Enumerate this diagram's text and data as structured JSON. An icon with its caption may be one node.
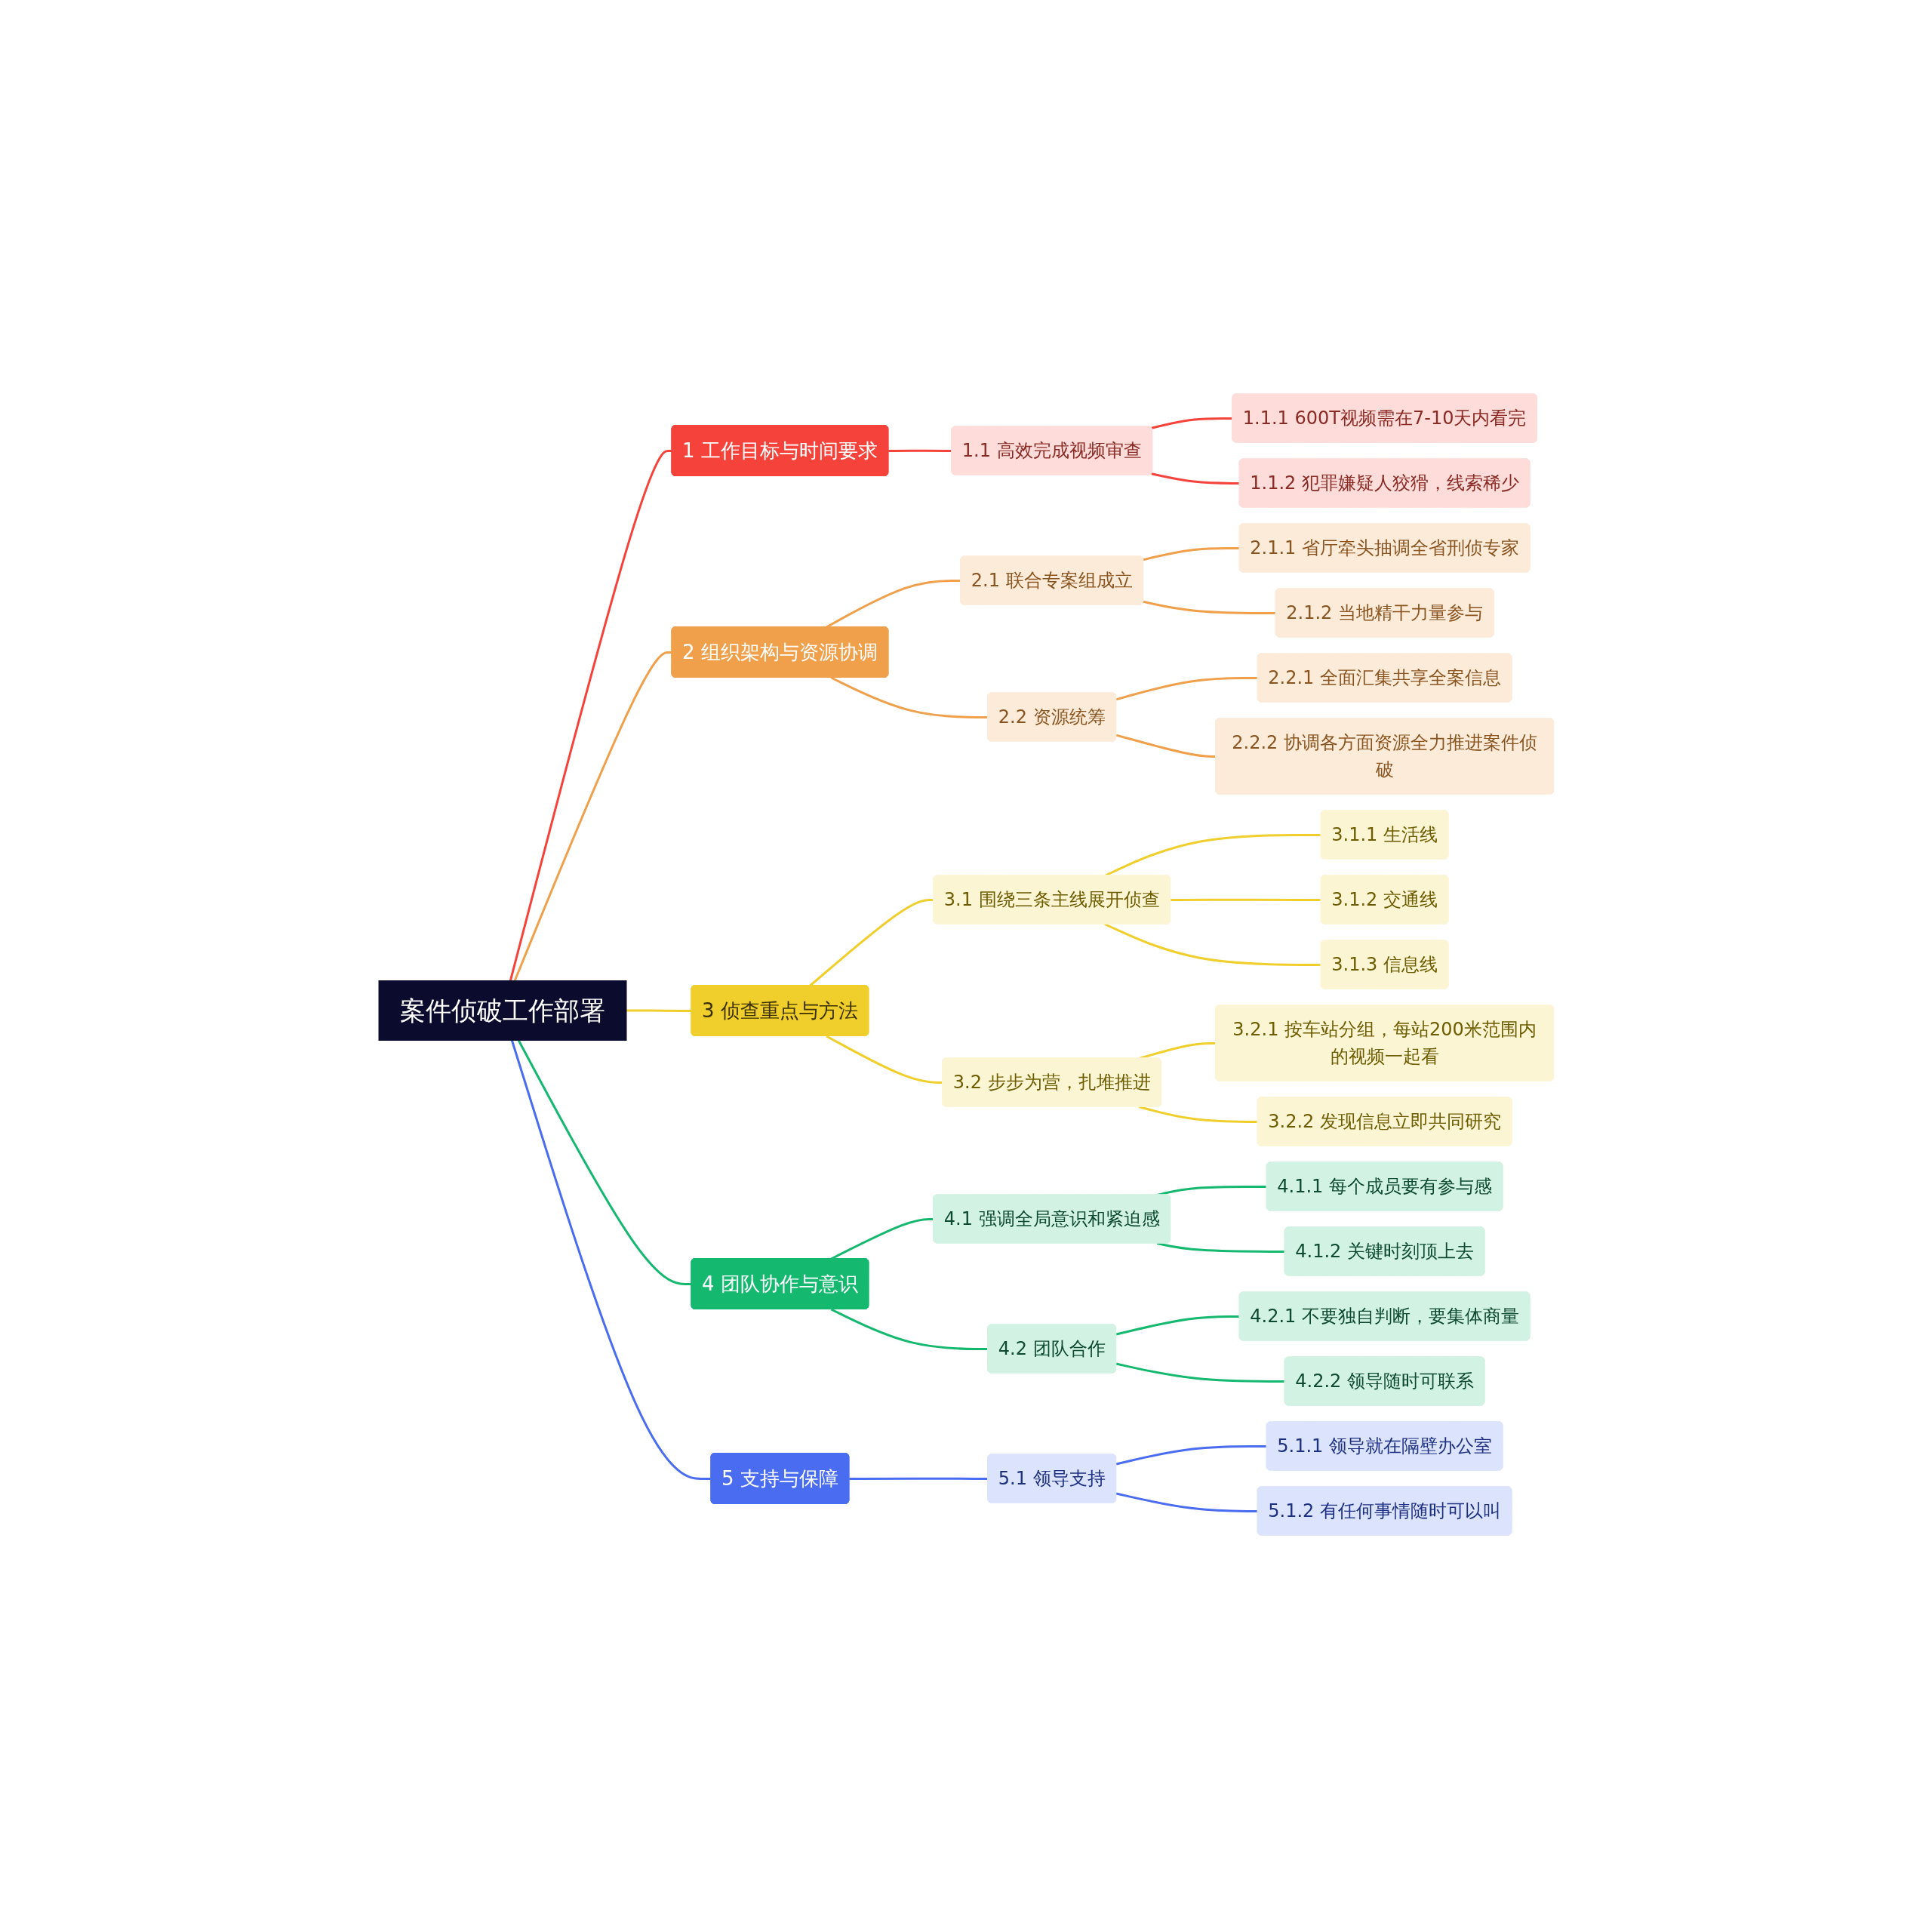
{
  "diagram": {
    "nodes": [
      {
        "text": [
          "案件侦破工作部署"
        ]
      },
      {
        "text": [
          "1 工作目标与时间要求"
        ]
      },
      {
        "text": [
          "1.1 高效完成视频审查"
        ]
      },
      {
        "text": [
          "1.1.1 600T视频需在7-10天内看完"
        ]
      },
      {
        "text": [
          "1.1.2 犯罪嫌疑人狡猾，线索稀少"
        ]
      },
      {
        "text": [
          "2 组织架构与资源协调"
        ]
      },
      {
        "text": [
          "2.1 联合专案组成立"
        ]
      },
      {
        "text": [
          "2.1.1 省厅牵头抽调全省刑侦专家"
        ]
      },
      {
        "text": [
          "2.1.2 当地精干力量参与"
        ]
      },
      {
        "text": [
          "2.2 资源统筹"
        ]
      },
      {
        "text": [
          "2.2.1 全面汇集共享全案信息"
        ]
      },
      {
        "text": [
          "2.2.2 协调各方面资源全力推进案件侦破"
        ]
      },
      {
        "text": [
          "3 侦查重点与方法"
        ]
      },
      {
        "text": [
          "3.1 围绕三条主线展开侦查"
        ]
      },
      {
        "text": [
          "3.1.1 生活线"
        ]
      },
      {
        "text": [
          "3.1.2 交通线"
        ]
      },
      {
        "text": [
          "3.1.3 信息线"
        ]
      },
      {
        "text": [
          "3.2 步步为营，扎堆推进"
        ]
      },
      {
        "text": [
          "3.2.1 按车站分组，每站200米范围内的视频一起看"
        ]
      },
      {
        "text": [
          "3.2.2 发现信息立即共同研究"
        ]
      },
      {
        "text": [
          "4 团队协作与意识"
        ]
      },
      {
        "text": [
          "4.1 强调全局意识和紧迫感"
        ]
      },
      {
        "text": [
          "4.1.1 每个成员要有参与感"
        ]
      },
      {
        "text": [
          "4.1.2 关键时刻顶上去"
        ]
      },
      {
        "text": [
          "4.2 团队合作"
        ]
      },
      {
        "text": [
          "4.2.1 不要独自判断，要集体商量"
        ]
      },
      {
        "text": [
          "4.2.2 领导随时可联系"
        ]
      },
      {
        "text": [
          "5 支持与保障"
        ]
      },
      {
        "text": [
          "5.1 领导支持"
        ]
      },
      {
        "text": [
          "5.1.1 领导就在隔壁办公室"
        ]
      },
      {
        "text": [
          "5.1.2 有任何事情随时可以叫"
        ]
      }
    ],
    "edges": [
      {
        "from": 0,
        "to": 1,
        "arrow": "none",
        "color": "#f5433b"
      },
      {
        "from": 1,
        "to": 2,
        "arrow": "none",
        "color": "#f5433b"
      },
      {
        "from": 2,
        "to": 3,
        "arrow": "none",
        "color": "#f5433b"
      },
      {
        "from": 2,
        "to": 4,
        "arrow": "none",
        "color": "#f5433b"
      },
      {
        "from": 0,
        "to": 5,
        "arrow": "none",
        "color": "#f0a04b"
      },
      {
        "from": 5,
        "to": 6,
        "arrow": "none",
        "color": "#f0a04b"
      },
      {
        "from": 6,
        "to": 7,
        "arrow": "none",
        "color": "#f0a04b"
      },
      {
        "from": 6,
        "to": 8,
        "arrow": "none",
        "color": "#f0a04b"
      },
      {
        "from": 5,
        "to": 9,
        "arrow": "none",
        "color": "#f0a04b"
      },
      {
        "from": 9,
        "to": 10,
        "arrow": "none",
        "color": "#f0a04b"
      },
      {
        "from": 9,
        "to": 11,
        "arrow": "none",
        "color": "#f0a04b"
      },
      {
        "from": 0,
        "to": 12,
        "arrow": "none",
        "color": "#f0cf2c"
      },
      {
        "from": 12,
        "to": 13,
        "arrow": "none",
        "color": "#f0cf2c"
      },
      {
        "from": 13,
        "to": 14,
        "arrow": "none",
        "color": "#f0cf2c"
      },
      {
        "from": 13,
        "to": 15,
        "arrow": "none",
        "color": "#f0cf2c"
      },
      {
        "from": 13,
        "to": 16,
        "arrow": "none",
        "color": "#f0cf2c"
      },
      {
        "from": 12,
        "to": 17,
        "arrow": "none",
        "color": "#f0cf2c"
      },
      {
        "from": 17,
        "to": 18,
        "arrow": "none",
        "color": "#f0cf2c"
      },
      {
        "from": 17,
        "to": 19,
        "arrow": "none",
        "color": "#f0cf2c"
      },
      {
        "from": 0,
        "to": 20,
        "arrow": "none",
        "color": "#14b86f"
      },
      {
        "from": 20,
        "to": 21,
        "arrow": "none",
        "color": "#14b86f"
      },
      {
        "from": 21,
        "to": 22,
        "arrow": "none",
        "color": "#14b86f"
      },
      {
        "from": 21,
        "to": 23,
        "arrow": "none",
        "color": "#14b86f"
      },
      {
        "from": 20,
        "to": 24,
        "arrow": "none",
        "color": "#14b86f"
      },
      {
        "from": 24,
        "to": 25,
        "arrow": "none",
        "color": "#14b86f"
      },
      {
        "from": 24,
        "to": 26,
        "arrow": "none",
        "color": "#14b86f"
      },
      {
        "from": 0,
        "to": 27,
        "arrow": "none",
        "color": "#4a6cf0"
      },
      {
        "from": 27,
        "to": 28,
        "arrow": "none",
        "color": "#4a6cf0"
      },
      {
        "from": 28,
        "to": 29,
        "arrow": "none",
        "color": "#4a6cf0"
      },
      {
        "from": 28,
        "to": 30,
        "arrow": "none",
        "color": "#4a6cf0"
      }
    ]
  }
}
